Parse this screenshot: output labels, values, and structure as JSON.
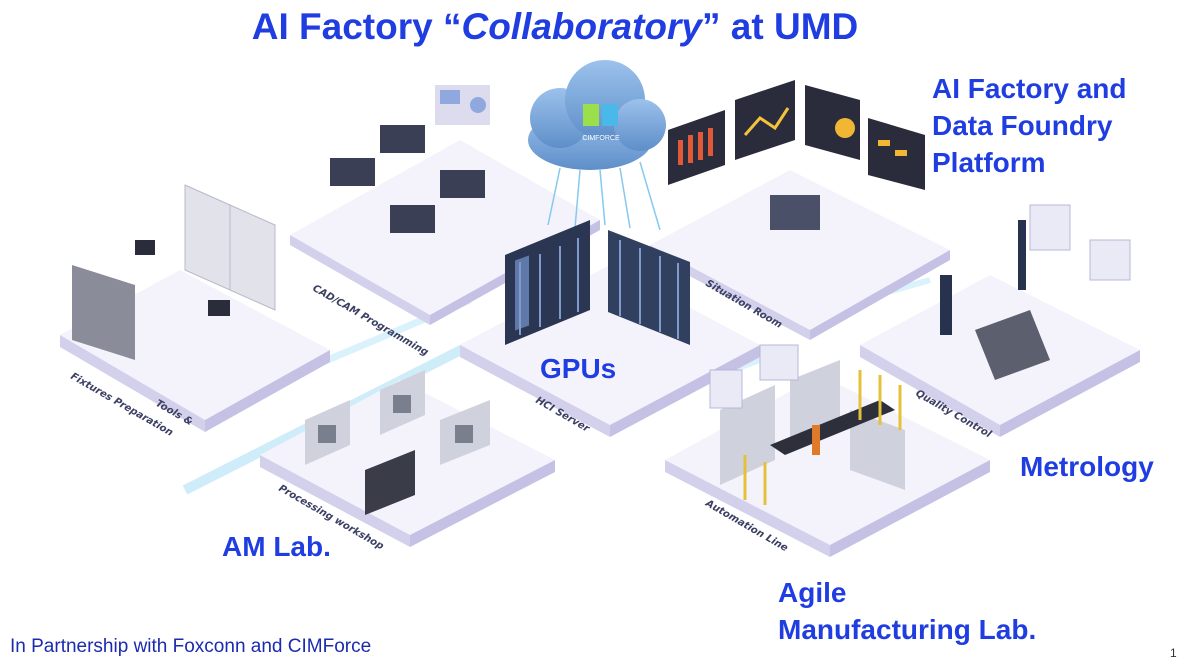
{
  "title": {
    "prefix": "AI Factory “",
    "italic": "Collaboratory",
    "suffix": "” at UMD"
  },
  "labels": {
    "platform": [
      "AI Factory and",
      "Data Foundry",
      "Platform"
    ],
    "gpus": "GPUs",
    "metrology": "Metrology",
    "am_lab": "AM Lab.",
    "agile": [
      "Agile",
      "Manufacturing Lab."
    ]
  },
  "zones": {
    "cad": "CAD/CAM Programming",
    "situation": "Situation Room",
    "fixtures": "Fixtures Preparation",
    "tools": "Tools &",
    "hci": "HCI Server",
    "quality": "Quality Control",
    "processing": "Processing workshop",
    "automation": "Automation Line"
  },
  "cloud_brand": "CIMFORCE",
  "footer": "In Partnership with Foxconn and CIMForce",
  "page_number": "1",
  "colors": {
    "label_blue": "#1f3de0",
    "platform_top": "#f3f2fb",
    "platform_side": "#d5d3ee",
    "cloud": "#6f9ed6"
  }
}
